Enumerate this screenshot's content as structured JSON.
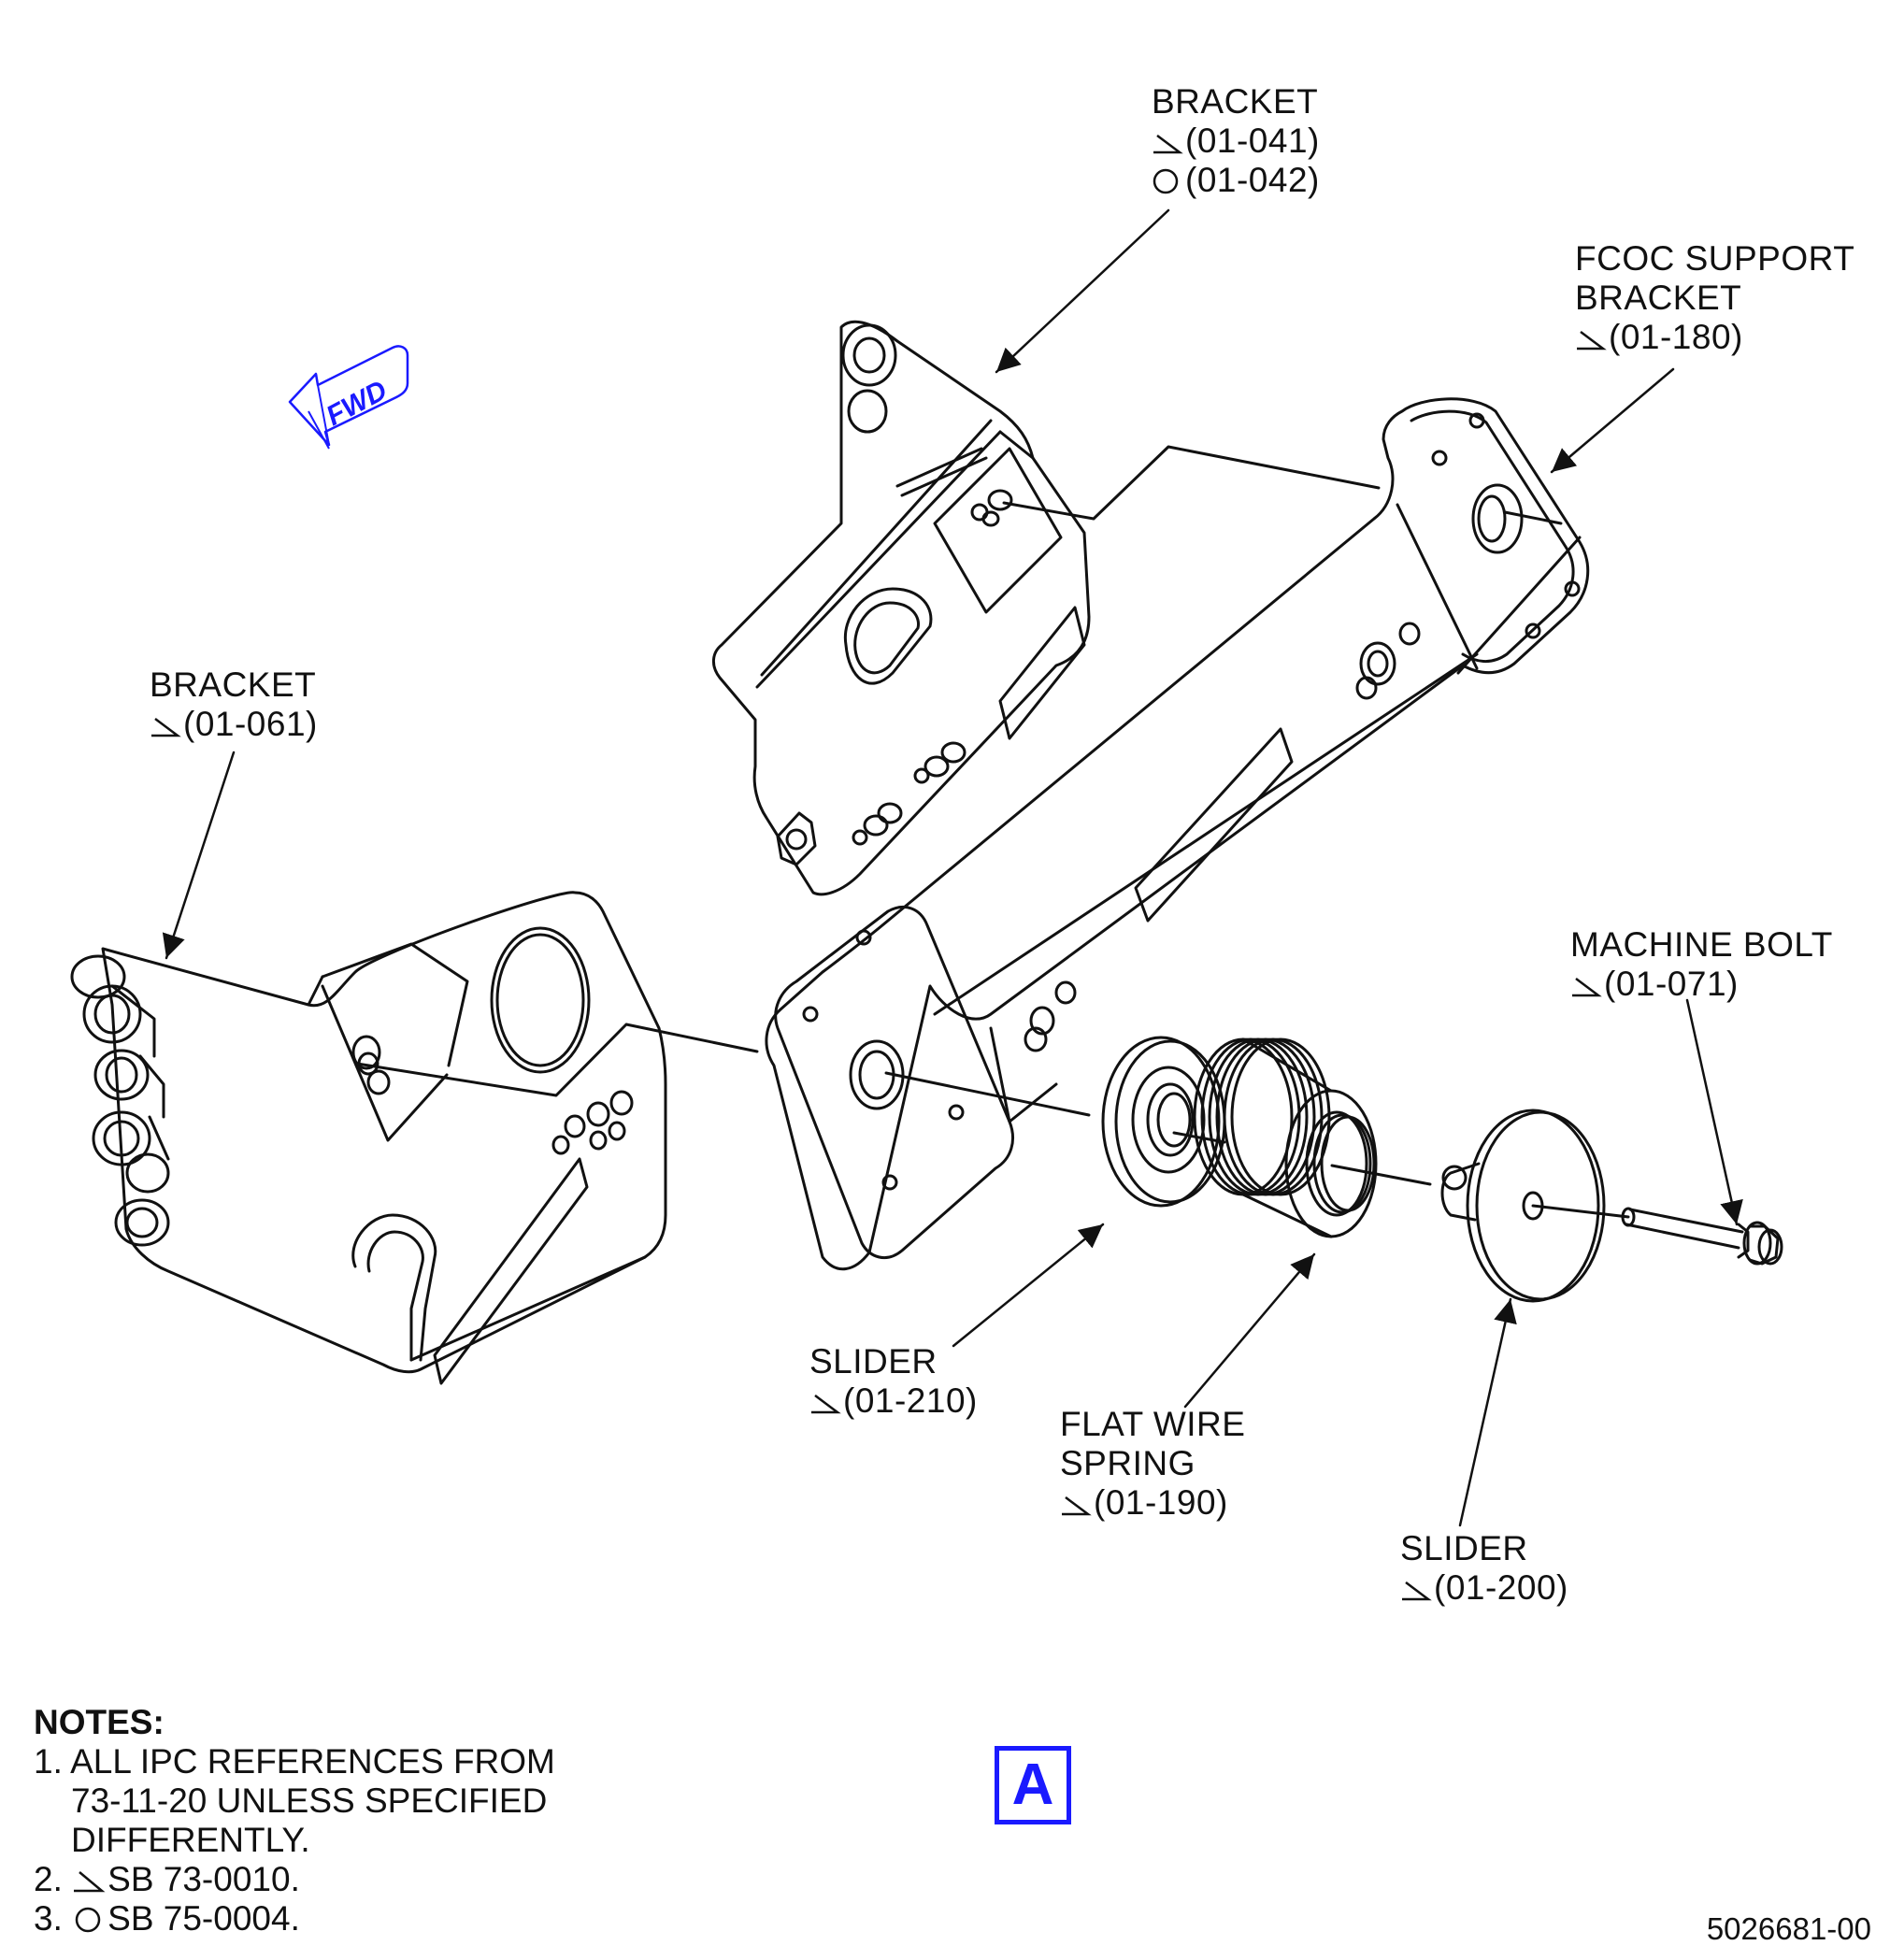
{
  "labels": {
    "bracket_upper": {
      "name": "BRACKET",
      "refs": [
        "(01-041)",
        "(01-042)"
      ]
    },
    "fcoc": {
      "name_line1": "FCOC SUPPORT",
      "name_line2": "BRACKET",
      "ref": "(01-180)"
    },
    "bracket_left": {
      "name": "BRACKET",
      "ref": "(01-061)"
    },
    "machine_bolt": {
      "name": "MACHINE BOLT",
      "ref": "(01-071)"
    },
    "slider_210": {
      "name": "SLIDER",
      "ref": "(01-210)"
    },
    "flat_wire_spring": {
      "name_line1": "FLAT WIRE",
      "name_line2": "SPRING",
      "ref": "(01-190)"
    },
    "slider_200": {
      "name": "SLIDER",
      "ref": "(01-200)"
    }
  },
  "fwd_label": "FWD",
  "notes": {
    "heading": "NOTES:",
    "note1_line1": "1. ALL IPC REFERENCES FROM",
    "note1_line2": "73-11-20 UNLESS SPECIFIED",
    "note1_line3": "DIFFERENTLY.",
    "note2_prefix": "2.",
    "note2_text": "SB 73-0010.",
    "note3_prefix": "3.",
    "note3_text": "SB 75-0004."
  },
  "view_label": "A",
  "figure_number": "5026681-00",
  "colors": {
    "ink": "#111111",
    "accent_blue": "#1a1aff",
    "background": "#ffffff"
  },
  "symbols": {
    "triangle_flag": "sb-73-0010-symbol",
    "circle_flag": "sb-75-0004-symbol"
  }
}
